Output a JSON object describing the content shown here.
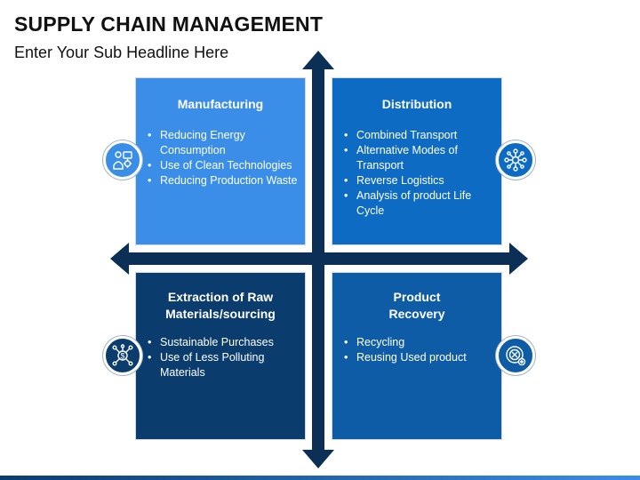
{
  "header": {
    "title": "SUPPLY CHAIN MANAGEMENT",
    "subtitle": "Enter Your Sub Headline Here"
  },
  "quadrants": [
    {
      "title": "Manufacturing",
      "items": [
        "Reducing Energy Consumption",
        "Use of Clean Technologies",
        "Reducing Production Waste"
      ],
      "icon": "worker-machine-icon",
      "color": "#3a8ee8"
    },
    {
      "title": "Distribution",
      "items": [
        "Combined Transport",
        "Alternative Modes of Transport",
        "Reverse Logistics",
        "Analysis of product Life Cycle"
      ],
      "icon": "distribution-network-icon",
      "color": "#0e6bc4"
    },
    {
      "title": "Extraction of Raw Materials/sourcing",
      "items": [
        "Sustainable Purchases",
        "Use of Less Polluting Materials"
      ],
      "icon": "dollar-network-icon",
      "color": "#0b3c6e"
    },
    {
      "title": "Product Recovery",
      "items": [
        "Recycling",
        "Reusing Used product"
      ],
      "icon": "recycle-icon",
      "color": "#0f5ca6"
    }
  ],
  "colors": {
    "arrow": "#0b2f55"
  }
}
